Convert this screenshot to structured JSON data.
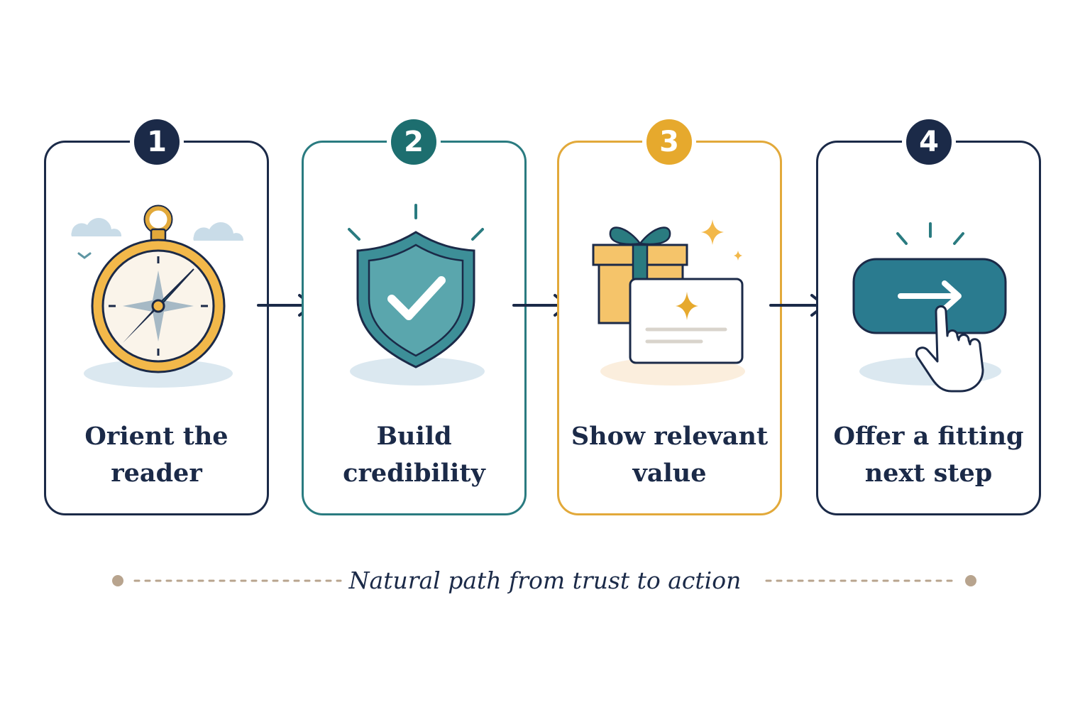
{
  "steps": [
    {
      "number": "1",
      "title": "Orient the\nreader",
      "icon": "compass-icon"
    },
    {
      "number": "2",
      "title": "Build\ncredibility",
      "icon": "shield-check-icon"
    },
    {
      "number": "3",
      "title": "Show relevant\nvalue",
      "icon": "gift-card-icon"
    },
    {
      "number": "4",
      "title": "Offer a fitting\nnext step",
      "icon": "click-button-icon"
    }
  ],
  "footer": {
    "caption": "Natural path from trust to action"
  },
  "colors": {
    "navy": "#1b2a48",
    "teal": "#2a7b80",
    "gold": "#e2a93a",
    "soft_blue": "#dbe8f0"
  }
}
